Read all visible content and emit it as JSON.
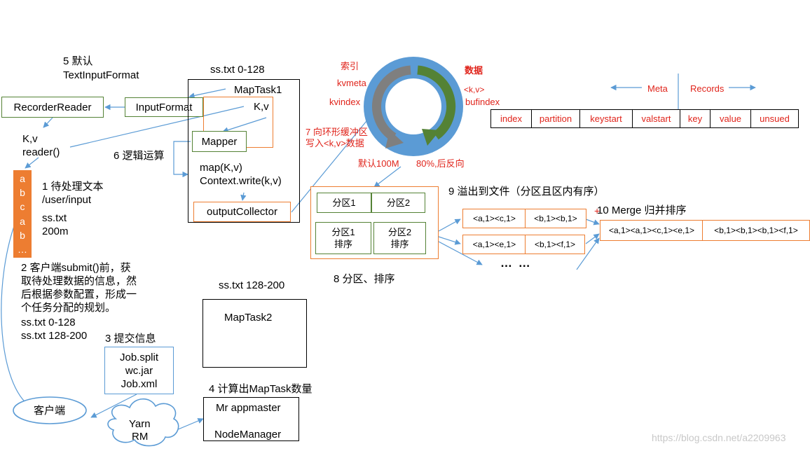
{
  "labels": {
    "step5": "5 默认",
    "step5b": "TextInputFormat",
    "ss_range1": "ss.txt 0-128",
    "maptask1": "MapTask1",
    "recorder_reader": "RecorderReader",
    "input_format": "InputFormat",
    "kv_top": "K,v",
    "kv_left": "K,v",
    "reader": "reader()",
    "mapper": "Mapper",
    "step6": "6 逻辑运算",
    "map_kv": "map(K,v)",
    "context_write": "Context.write(k,v)",
    "output_collector": "outputCollector",
    "step1": "1 待处理文本",
    "user_input": "/user/input",
    "ss_txt": "ss.txt",
    "size_200m": "200m",
    "file_chars": [
      "a",
      "b",
      "c",
      "a",
      "b",
      "…"
    ],
    "step2": [
      "2 客户端submit()前，获",
      "取待处理数据的信息，然",
      "后根据参数配置，形成一",
      "个任务分配的规划。"
    ],
    "split1": "ss.txt  0-128",
    "split2": "ss.txt  128-200",
    "ss_range2": "ss.txt 128-200",
    "maptask2": "MapTask2",
    "step3": "3 提交信息",
    "job_files": [
      "Job.split",
      "wc.jar",
      "Job.xml"
    ],
    "step4": "4 计算出MapTask数量",
    "mr_appmaster": "Mr appmaster",
    "node_manager": "NodeManager",
    "client": "客户端",
    "yarn": "Yarn",
    "rm": "RM",
    "index_label": "索引",
    "kvmeta": "kvmeta",
    "kvindex": "kvindex",
    "data_label": "数据",
    "kv_pair": "<k,v>",
    "bufindex": "bufindex",
    "step7a": "7 向环形缓冲区",
    "step7b": "写入<k,v>数据",
    "default_100m": "默认100M",
    "pct80": "80%,后反向",
    "meta": "Meta",
    "records": "Records",
    "buffer_cells": [
      "index",
      "partition",
      "keystart",
      "valstart",
      "key",
      "value",
      "unsued"
    ],
    "partition1": "分区1",
    "partition2": "分区2",
    "partition1_sort": [
      "分区1",
      "排序"
    ],
    "partition2_sort": [
      "分区2",
      "排序"
    ],
    "step8": "8 分区、排序",
    "step9": "9 溢出到文件（分区且区内有序）",
    "spill_row1": [
      "<a,1><c,1>",
      "<b,1><b,1>"
    ],
    "spill_row2": [
      "<a,1><e,1>",
      "<b,1><f,1>"
    ],
    "ellipsis": "… …",
    "step10": "10 Merge 归并排序",
    "merged": [
      "<a,1><a,1><c,1><e,1>",
      "<b,1><b,1><b,1><f,1>"
    ],
    "watermark": "https://blog.csdn.net/a2209963"
  },
  "colors": {
    "orange": "#ed7d31",
    "green": "#548235",
    "blue": "#5b9bd5",
    "red": "#e0241b",
    "ring": "#5b9bd5"
  }
}
